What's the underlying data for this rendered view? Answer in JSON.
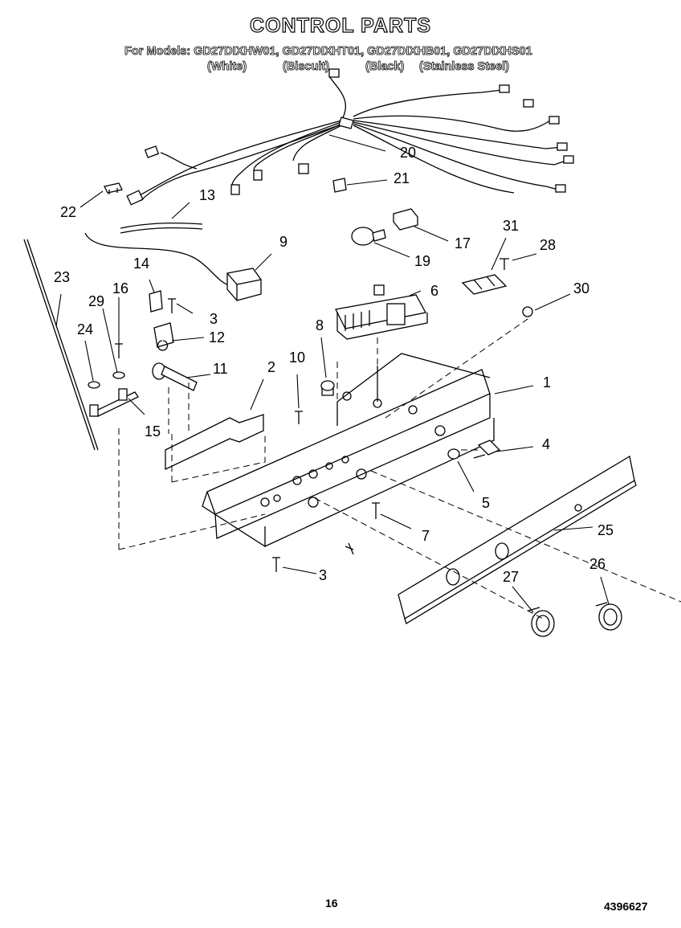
{
  "header": {
    "title": "CONTROL PARTS",
    "models_line": "For Models: GD27DIXHW01, GD27DIXHT01, GD27DIXHB01, GD27DIXHS01",
    "finishes": [
      "(White)",
      "(Biscuit)",
      "(Black)",
      "(Stainless Steel)"
    ]
  },
  "callouts": [
    "1",
    "2",
    "3",
    "3",
    "4",
    "5",
    "6",
    "7",
    "8",
    "9",
    "10",
    "11",
    "12",
    "13",
    "14",
    "15",
    "16",
    "17",
    "19",
    "20",
    "21",
    "22",
    "23",
    "24",
    "25",
    "26",
    "27",
    "28",
    "29",
    "30",
    "31"
  ],
  "footer": {
    "page_number": "16",
    "document_number": "4396627"
  }
}
